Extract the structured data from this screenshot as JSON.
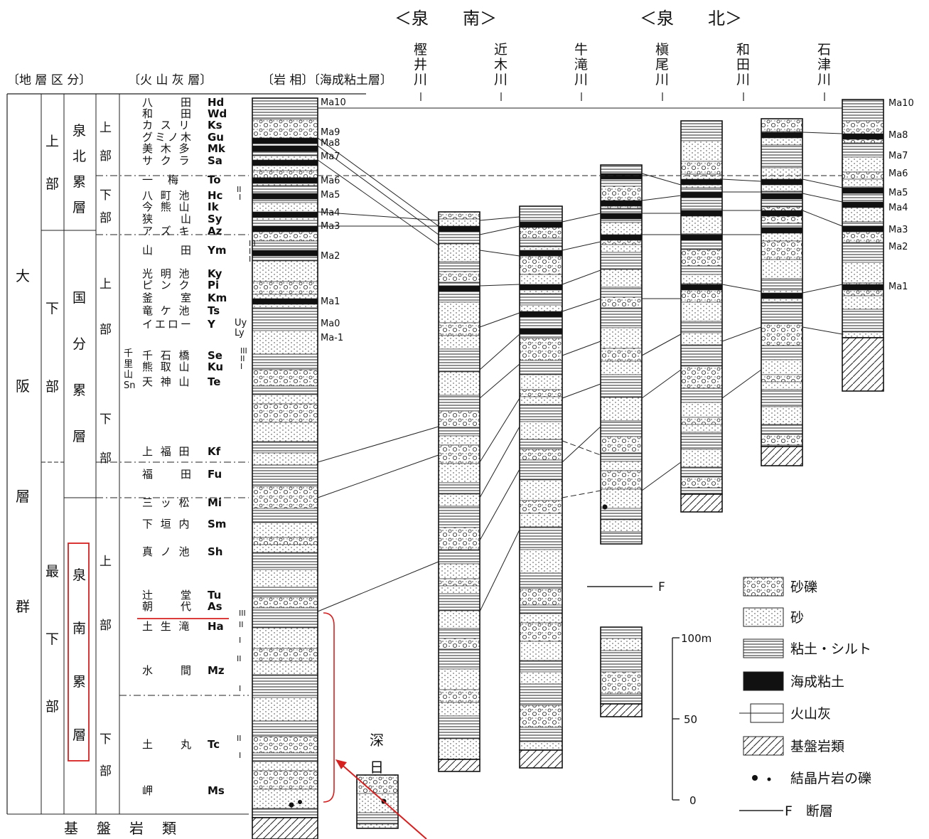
{
  "regions": {
    "sennan": "＜泉　　南＞",
    "senboku": "＜泉　　北＞"
  },
  "headers": {
    "stratigraphy": "〔地 層 区 分〕",
    "tephra": "〔火 山 灰 層〕",
    "lithofacies": "〔岩 相〕〔海成粘土層〕"
  },
  "rivers": [
    "樫井川",
    "近木川",
    "牛滝川",
    "槇尾川",
    "和田川",
    "石津川"
  ],
  "strat_labels": {
    "group": [
      "大",
      "阪",
      "層",
      "群"
    ],
    "upper": [
      "上",
      "部"
    ],
    "lower": [
      "下",
      "部"
    ],
    "lowest": [
      "最",
      "下",
      "部"
    ],
    "senboku": [
      "泉",
      "北",
      "累",
      "層"
    ],
    "kokubu": [
      "国",
      "分",
      "累",
      "層"
    ],
    "sennan": [
      "泉",
      "南",
      "累",
      "層"
    ],
    "sub_upper": [
      "上",
      "部"
    ],
    "sub_lower": [
      "下",
      "部"
    ]
  },
  "tephra": [
    {
      "name": "八　　田",
      "code": "Hd"
    },
    {
      "name": "和　　田",
      "code": "Wd"
    },
    {
      "name": "カ ス リ",
      "code": "Ks"
    },
    {
      "name": "グミノ木",
      "code": "Gu"
    },
    {
      "name": "美 木 多",
      "code": "Mk"
    },
    {
      "name": "サ ク ラ",
      "code": "Sa"
    },
    {
      "name": "一　梅",
      "code": "To"
    },
    {
      "name": "八 町 池",
      "code": "Hc"
    },
    {
      "name": "今 熊 山",
      "code": "Ik"
    },
    {
      "name": "狭　　山",
      "code": "Sy"
    },
    {
      "name": "ア ズ キ",
      "code": "Az"
    },
    {
      "name": "山　　田",
      "code": "Ym"
    },
    {
      "name": "光 明 池",
      "code": "Ky"
    },
    {
      "name": "ピ ン ク",
      "code": "Pi"
    },
    {
      "name": "釜　　室",
      "code": "Km"
    },
    {
      "name": "竜 ケ 池",
      "code": "Ts"
    },
    {
      "name": "イエロー",
      "code": "Y"
    },
    {
      "name": "千 石 橋",
      "code": "Se"
    },
    {
      "name": "熊 取 山",
      "code": "Ku"
    },
    {
      "name": "天 神 山",
      "code": "Te"
    },
    {
      "name": "上 福 田",
      "code": "Kf"
    },
    {
      "name": "福　　田",
      "code": "Fu"
    },
    {
      "name": "三 ッ 松",
      "code": "Mi"
    },
    {
      "name": "下 垣 内",
      "code": "Sm"
    },
    {
      "name": "真 ノ 池",
      "code": "Sh"
    },
    {
      "name": "辻　　堂",
      "code": "Tu"
    },
    {
      "name": "朝　　代",
      "code": "As"
    },
    {
      "name": "土 生 滝",
      "code": "Ha"
    },
    {
      "name": "水　　間",
      "code": "Mz"
    },
    {
      "name": "土　　丸",
      "code": "Tc"
    },
    {
      "name": "岬",
      "code": "Ms"
    }
  ],
  "senriyama": [
    "千",
    "里",
    "山",
    "Sn"
  ],
  "uy_ly": [
    "Uy",
    "Ly"
  ],
  "marine_clays": [
    "Ma10",
    "Ma9",
    "Ma8",
    "Ma7",
    "Ma6",
    "Ma5",
    "Ma4",
    "Ma3",
    "Ma2",
    "Ma1",
    "Ma0",
    "Ma-1"
  ],
  "marine_clays_right": [
    "Ma10",
    "Ma8",
    "Ma7",
    "Ma6",
    "Ma5",
    "Ma4",
    "Ma3",
    "Ma2",
    "Ma1"
  ],
  "roman": [
    "I",
    "II",
    "III"
  ],
  "columns_fukabi": [
    "深",
    "日"
  ],
  "fault_label": "F",
  "scale": {
    "top": "100m",
    "mid": "50",
    "bottom": "0"
  },
  "legend": [
    {
      "key": "gravel",
      "label": "砂礫"
    },
    {
      "key": "sand",
      "label": "砂"
    },
    {
      "key": "clay",
      "label": "粘土・シルト"
    },
    {
      "key": "marine",
      "label": "海成粘土"
    },
    {
      "key": "ash",
      "label": "火山灰"
    },
    {
      "key": "basement",
      "label": "基盤岩類"
    },
    {
      "key": "schist",
      "label": "結晶片岩の礫"
    },
    {
      "key": "fault",
      "label": "F　断層"
    }
  ],
  "bottom_label": "基盤岩類"
}
